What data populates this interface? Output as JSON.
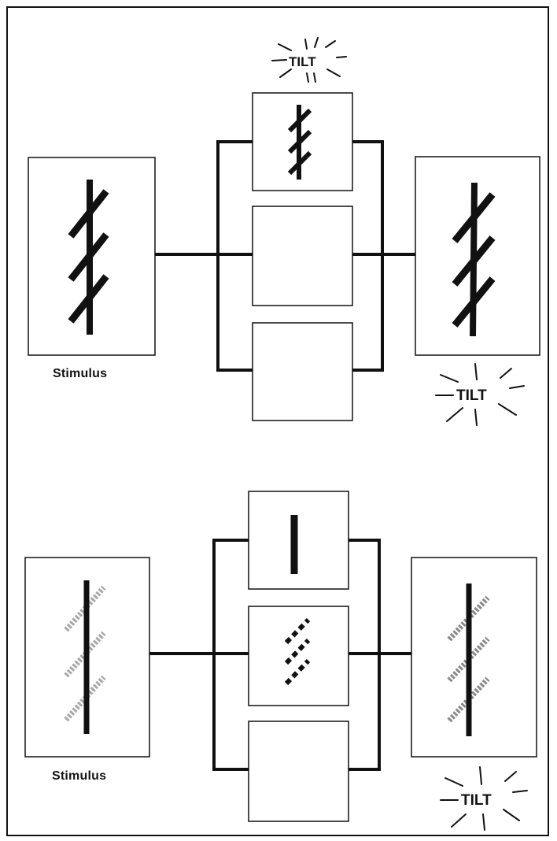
{
  "panel_top": {
    "stimulus_label": "Stimulus",
    "tilt_label_top": "TILT",
    "tilt_label_output": "TILT"
  },
  "panel_bottom": {
    "stimulus_label": "Stimulus",
    "tilt_label_output": "TILT"
  },
  "colors": {
    "ink": "#111111",
    "paper": "#ffffff",
    "faded_segment": "#a8a8a8"
  }
}
